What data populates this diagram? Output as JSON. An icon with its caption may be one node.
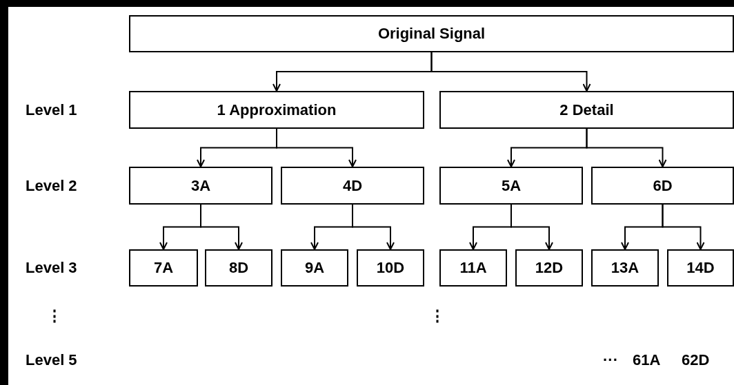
{
  "diagram": {
    "nodes": [
      {
        "text": [
          "Original Signal"
        ]
      },
      {
        "text": [
          "1 Approximation"
        ]
      },
      {
        "text": [
          "2 Detail"
        ]
      },
      {
        "text": [
          "3A"
        ]
      },
      {
        "text": [
          "4D"
        ]
      },
      {
        "text": [
          "5A"
        ]
      },
      {
        "text": [
          "6D"
        ]
      },
      {
        "text": [
          "7A"
        ]
      },
      {
        "text": [
          "8D"
        ]
      },
      {
        "text": [
          "9A"
        ]
      },
      {
        "text": [
          "10D"
        ]
      },
      {
        "text": [
          "11A"
        ]
      },
      {
        "text": [
          "12D"
        ]
      },
      {
        "text": [
          "13A"
        ]
      },
      {
        "text": [
          "14D"
        ]
      }
    ],
    "edges": [
      {
        "from": 0,
        "to": 1,
        "arrow": "to"
      },
      {
        "from": 0,
        "to": 2,
        "arrow": "to"
      },
      {
        "from": 1,
        "to": 3,
        "arrow": "to"
      },
      {
        "from": 1,
        "to": 4,
        "arrow": "to"
      },
      {
        "from": 2,
        "to": 5,
        "arrow": "to"
      },
      {
        "from": 2,
        "to": 6,
        "arrow": "to"
      },
      {
        "from": 3,
        "to": 7,
        "arrow": "to"
      },
      {
        "from": 3,
        "to": 8,
        "arrow": "to"
      },
      {
        "from": 4,
        "to": 9,
        "arrow": "to"
      },
      {
        "from": 4,
        "to": 10,
        "arrow": "to"
      },
      {
        "from": 5,
        "to": 11,
        "arrow": "to"
      },
      {
        "from": 5,
        "to": 12,
        "arrow": "to"
      },
      {
        "from": 6,
        "to": 13,
        "arrow": "to"
      },
      {
        "from": 6,
        "to": 14,
        "arrow": "to"
      }
    ],
    "labels": [
      "Level 1",
      "Level 2",
      "Level 3",
      "⋮",
      "⋮",
      "Level 5",
      "···",
      "61A",
      "62D"
    ]
  }
}
